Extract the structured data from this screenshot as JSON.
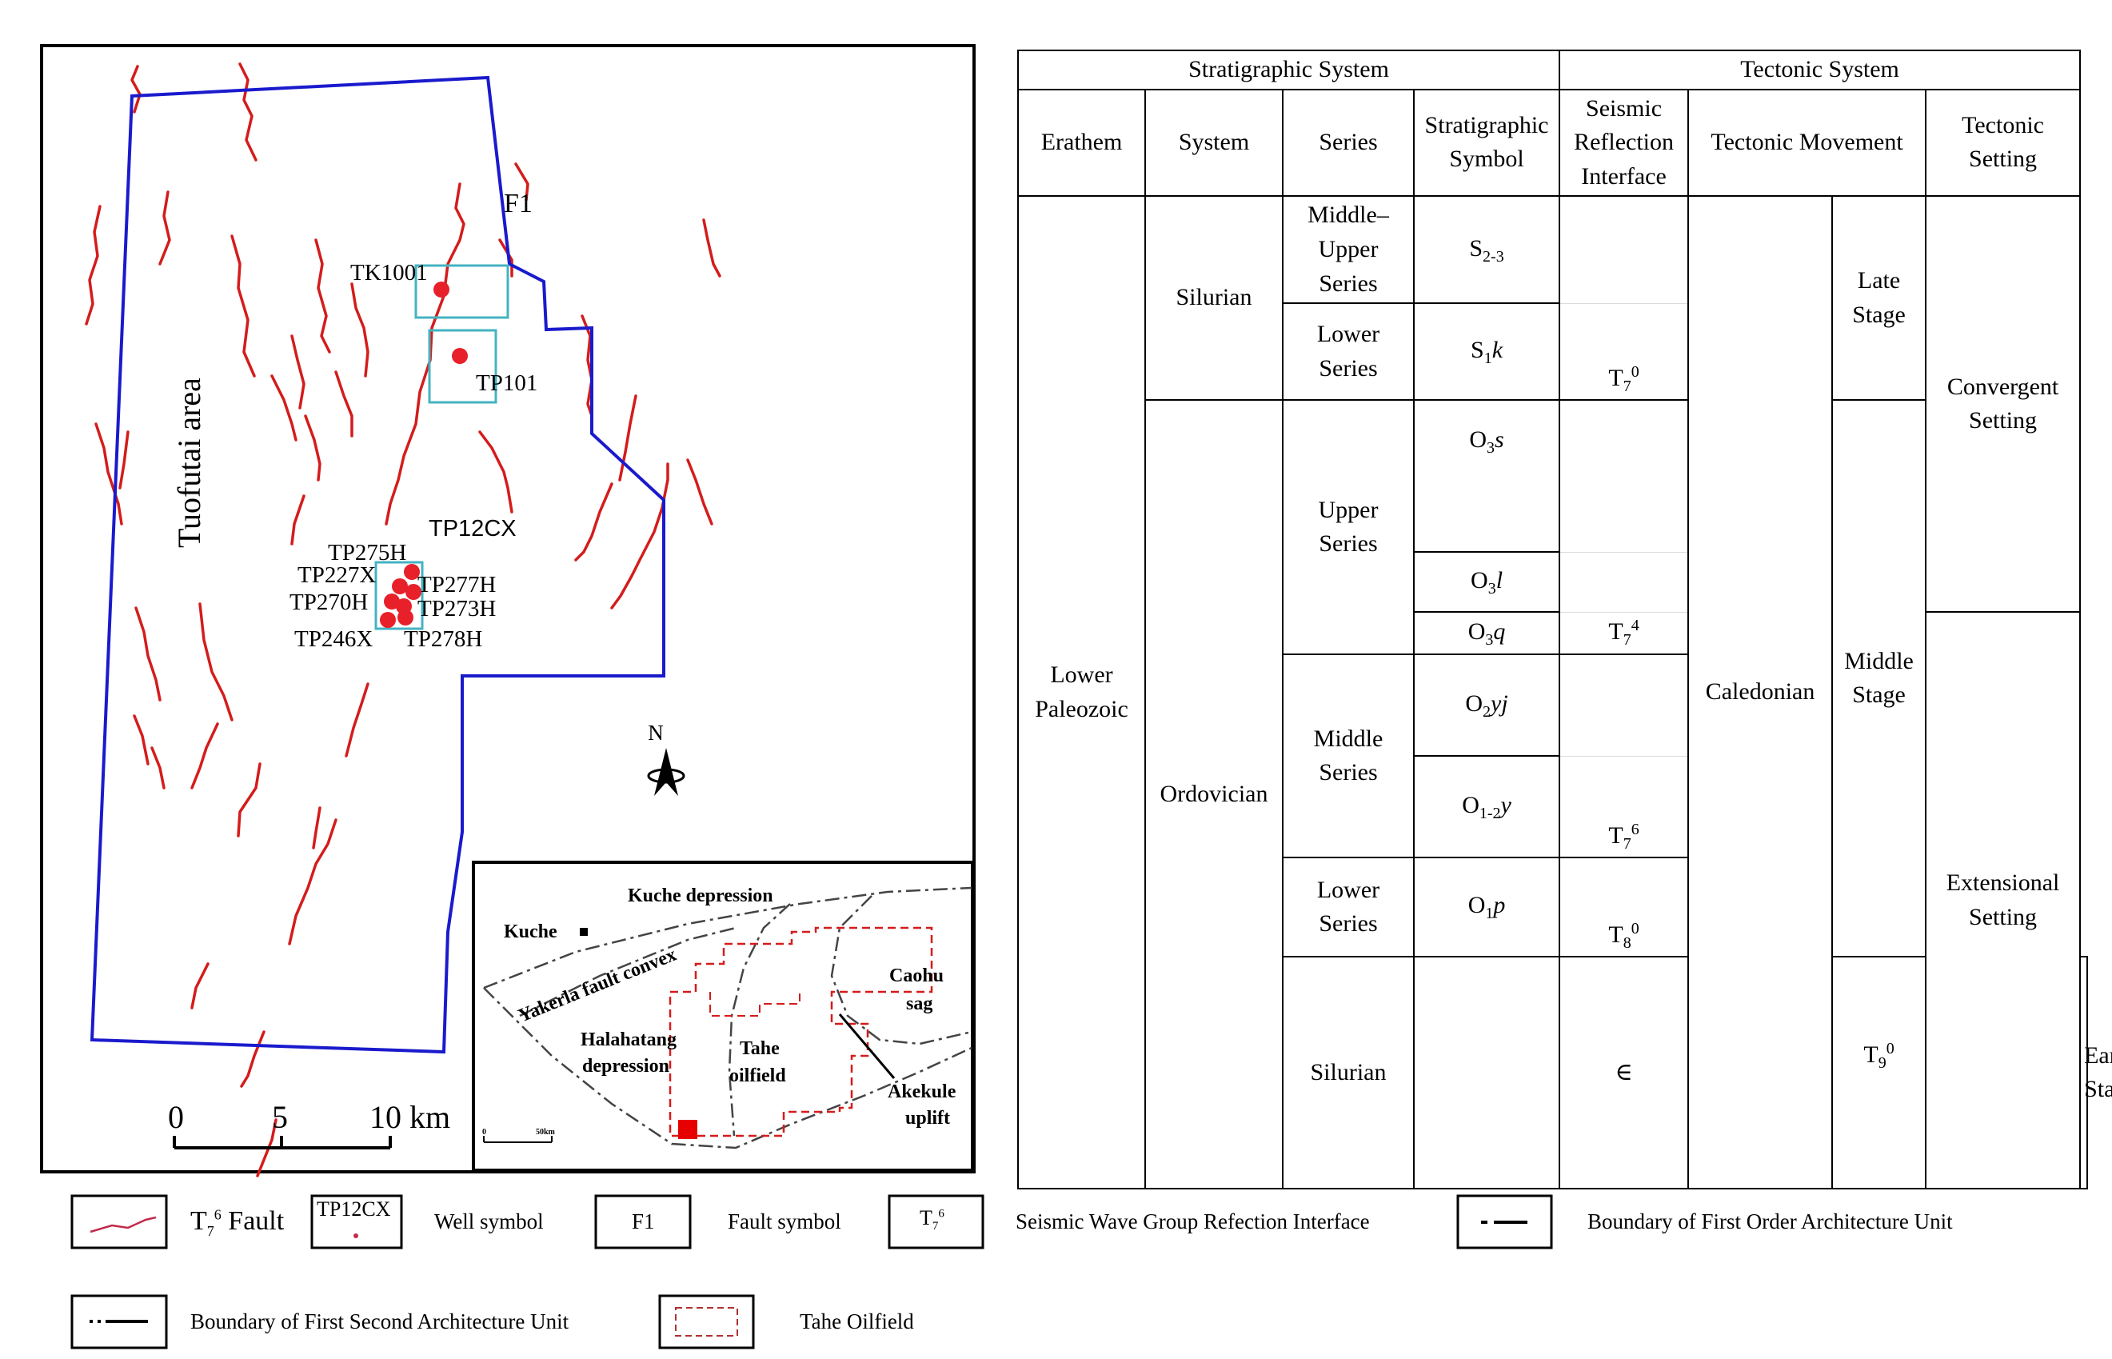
{
  "map": {
    "area_label": "Tuofutai area",
    "fault_label": "F1",
    "highlight_well": "TP12CX",
    "wells": [
      "TK1001",
      "TP101",
      "TP275H",
      "TP227X",
      "TP277H",
      "TP270H",
      "TP273H",
      "TP246X",
      "TP278H"
    ],
    "north_label": "N",
    "scale": {
      "ticks": [
        "0",
        "5",
        "10 km"
      ]
    },
    "colors": {
      "boundary": "#1a1acd",
      "fault": "#d41c1c",
      "well": "#e8202a",
      "well_box": "#44b3c2"
    }
  },
  "inset": {
    "labels": {
      "kuche_depression": "Kuche depression",
      "kuche": "Kuche",
      "yakerla": "Yakerla fault convex",
      "halahatang_1": "Halahatang",
      "halahatang_2": "depression",
      "tahe_1": "Tahe",
      "tahe_2": "oilfield",
      "caohu_1": "Caohu",
      "caohu_2": "sag",
      "akekule_1": "Akekule",
      "akekule_2": "uplift",
      "scale_0": "0",
      "scale_50": "50km"
    }
  },
  "table": {
    "groups": {
      "stratigraphic": "Stratigraphic System",
      "tectonic": "Tectonic System"
    },
    "headers": {
      "erathem": "Erathem",
      "system": "System",
      "series": "Series",
      "symbol_1": "Stratigraphic",
      "symbol_2": "Symbol",
      "seismic_1": "Seismic",
      "seismic_2": "Reflection",
      "seismic_3": "Interface",
      "movement": "Tectonic Movement",
      "setting_1": "Tectonic",
      "setting_2": "Setting"
    },
    "erathem": {
      "line1": "Lower",
      "line2": "Paleozoic"
    },
    "systems": {
      "silurian_top": "Silurian",
      "ordovician": "Ordovician",
      "silurian_bottom": "Silurian"
    },
    "series": {
      "mu_1": "Middle–",
      "mu_2": "Upper",
      "mu_3": "Series",
      "lower_1": "Lower",
      "lower_2": "Series",
      "upper_1": "Upper",
      "upper_2": "Series",
      "middle_1": "Middle",
      "middle_2": "Series",
      "olower_1": "Lower",
      "olower_2": "Series"
    },
    "symbols": {
      "s23": {
        "base": "S",
        "sub": "2-3"
      },
      "s1k": {
        "base": "S",
        "sub": "1",
        "tail": "k"
      },
      "o3s": {
        "base": "O",
        "sub": "3",
        "tail": "s"
      },
      "o3l": {
        "base": "O",
        "sub": "3",
        "tail": "l"
      },
      "o3q": {
        "base": "O",
        "sub": "3",
        "tail": "q"
      },
      "o2yj": {
        "base": "O",
        "sub": "2",
        "tail": "yj"
      },
      "o12y": {
        "base": "O",
        "sub": "1-2",
        "tail": "y"
      },
      "o1p": {
        "base": "O",
        "sub": "1",
        "tail": "p"
      },
      "cambrian": "∈"
    },
    "seismic": {
      "t70": {
        "base": "T",
        "sub": "7",
        "sup": "0"
      },
      "t74": {
        "base": "T",
        "sub": "7",
        "sup": "4"
      },
      "t76": {
        "base": "T",
        "sub": "7",
        "sup": "6"
      },
      "t80": {
        "base": "T",
        "sub": "8",
        "sup": "0"
      },
      "t90": {
        "base": "T",
        "sub": "9",
        "sup": "0"
      }
    },
    "movement": "Caledonian",
    "stages": {
      "late_1": "Late",
      "late_2": "Stage",
      "middle_1": "Middle",
      "middle_2": "Stage",
      "early_1": "Early",
      "early_2": "Stage"
    },
    "settings": {
      "conv_1": "Convergent",
      "conv_2": "Setting",
      "ext_1": "Extensional",
      "ext_2": "Setting"
    }
  },
  "legend": {
    "fault_base": "T",
    "fault_sub": "7",
    "fault_sup": "6",
    "fault_text": " Fault",
    "well_box": "TP12CX",
    "well_text": "Well symbol",
    "fault_symbol_box": "F1",
    "fault_symbol_text": "Fault symbol",
    "seismic_box_base": "T",
    "seismic_box_sub": "7",
    "seismic_box_sup": "6",
    "seismic_text": "Seismic Wave Group Refection Interface",
    "first_order_text": "Boundary of First Order Architecture Unit",
    "second_text": "Boundary of First Second Architecture Unit",
    "tahe_text": "Tahe Oilfield"
  }
}
